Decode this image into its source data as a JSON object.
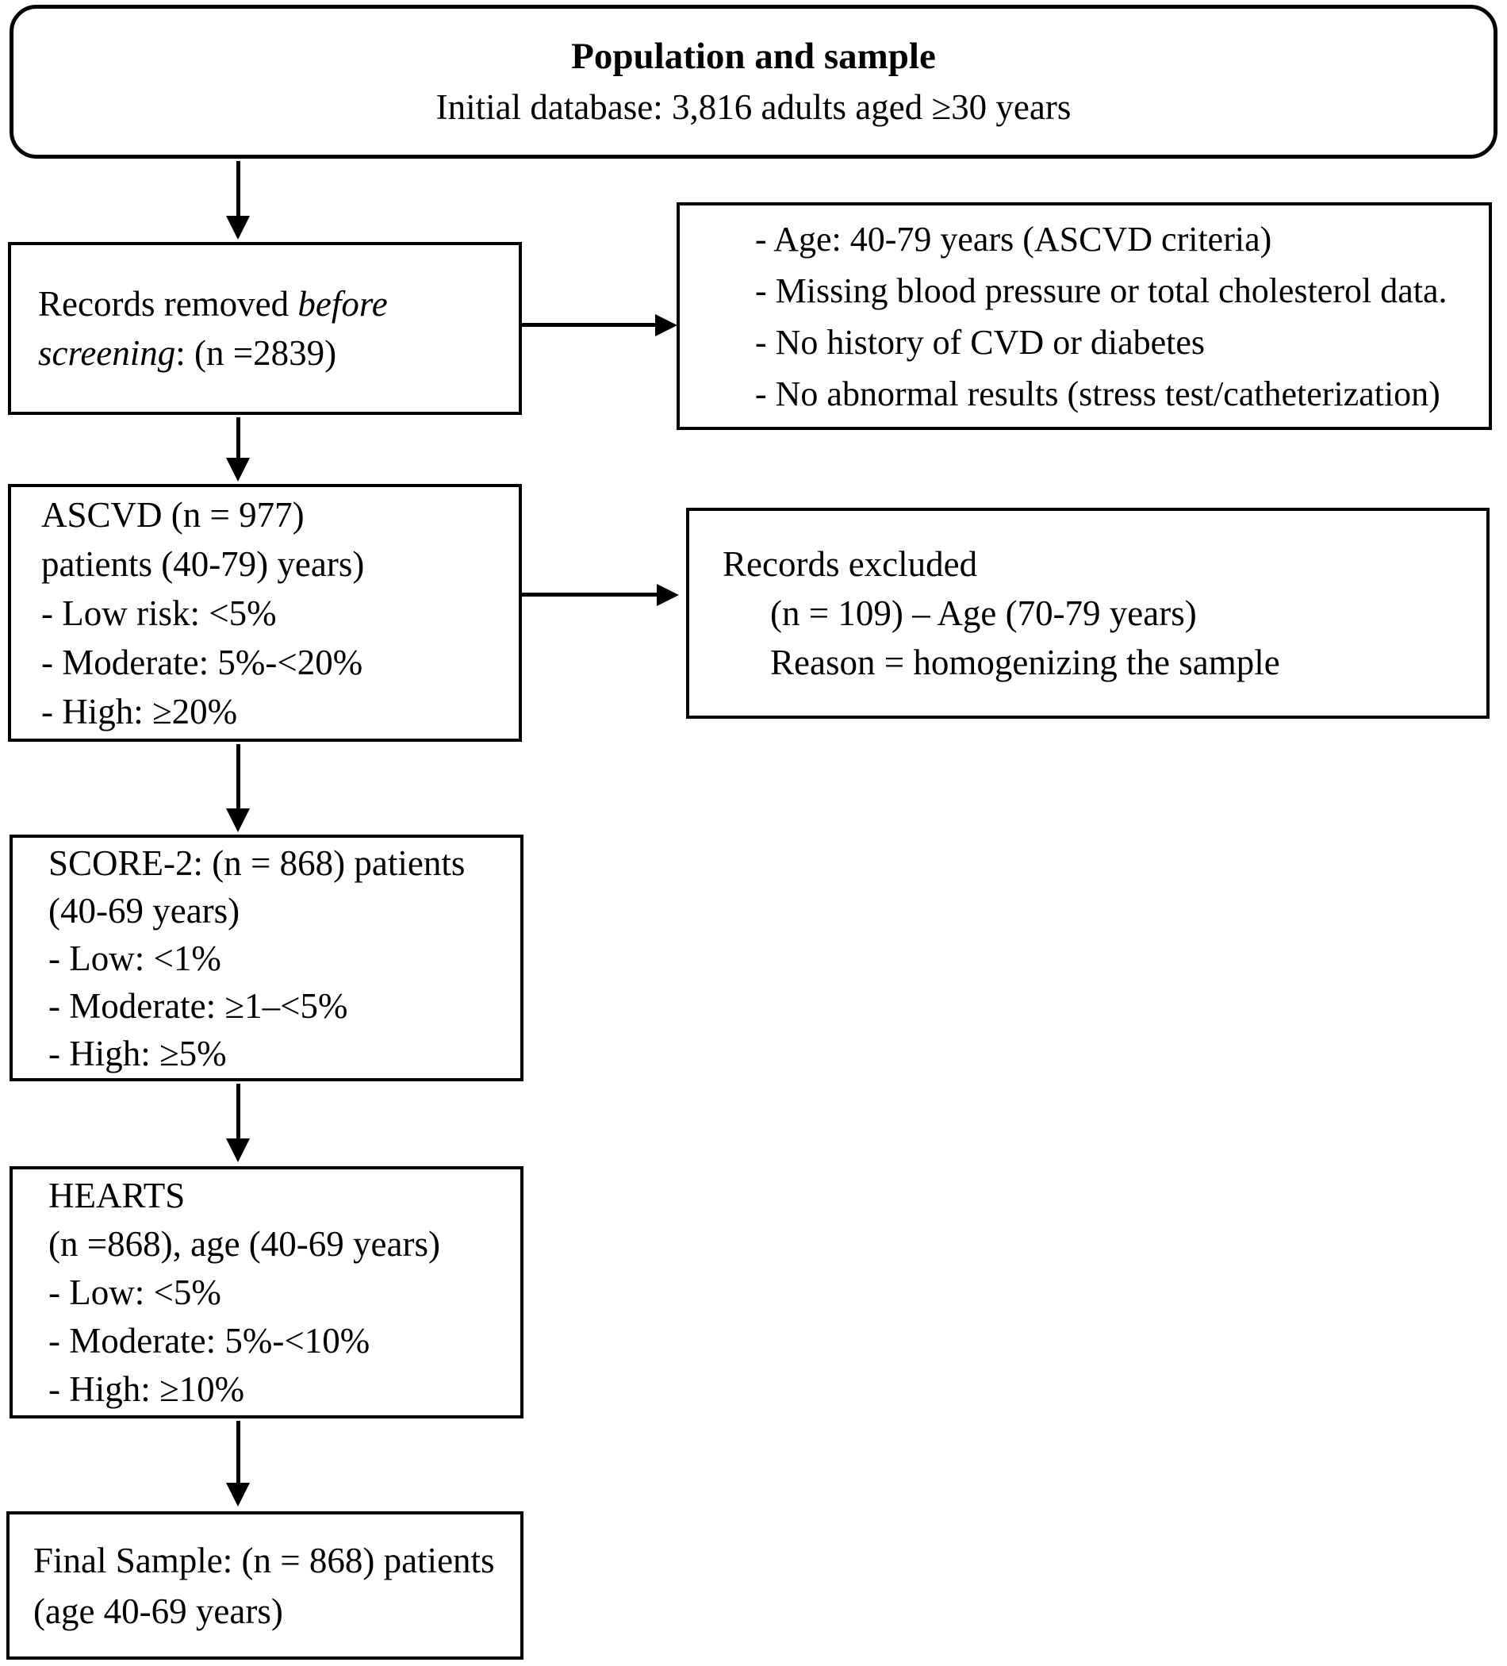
{
  "colors": {
    "ink": "#000000",
    "paper": "#ffffff"
  },
  "top_box": {
    "title": "Population and sample",
    "subtitle": "Initial database: 3,816 adults aged ≥30 years"
  },
  "removed_box": {
    "line1_regular": "Records removed ",
    "line1_italic": "before",
    "line2_italic": "screening",
    "line2_regular": ": (n =2839)"
  },
  "criteria_box": {
    "lines": [
      "- Age: 40-79 years (ASCVD criteria)",
      "- Missing blood pressure or total cholesterol data.",
      "- No history of CVD or diabetes",
      "- No abnormal results (stress test/catheterization)"
    ]
  },
  "ascvd_box": {
    "lines": [
      "ASCVD (n = 977)",
      "patients (40-79) years)",
      "- Low risk: <5%",
      "- Moderate: 5%-<20%",
      "- High: ≥20%"
    ]
  },
  "excluded_box": {
    "line1": "Records excluded",
    "line2": "(n = 109) – Age (70-79 years)",
    "line3": "Reason = homogenizing the sample"
  },
  "score2_box": {
    "lines": [
      "SCORE-2: (n = 868) patients",
      "(40-69 years)",
      "- Low: <1%",
      "- Moderate: ≥1–<5%",
      "- High: ≥5%"
    ]
  },
  "hearts_box": {
    "lines": [
      "HEARTS",
      "(n =868), age (40-69 years)",
      "- Low: <5%",
      "- Moderate: 5%-<10%",
      "- High: ≥10%"
    ]
  },
  "final_box": {
    "line1": "Final Sample: (n = 868) patients",
    "line2": "(age 40-69 years)"
  }
}
